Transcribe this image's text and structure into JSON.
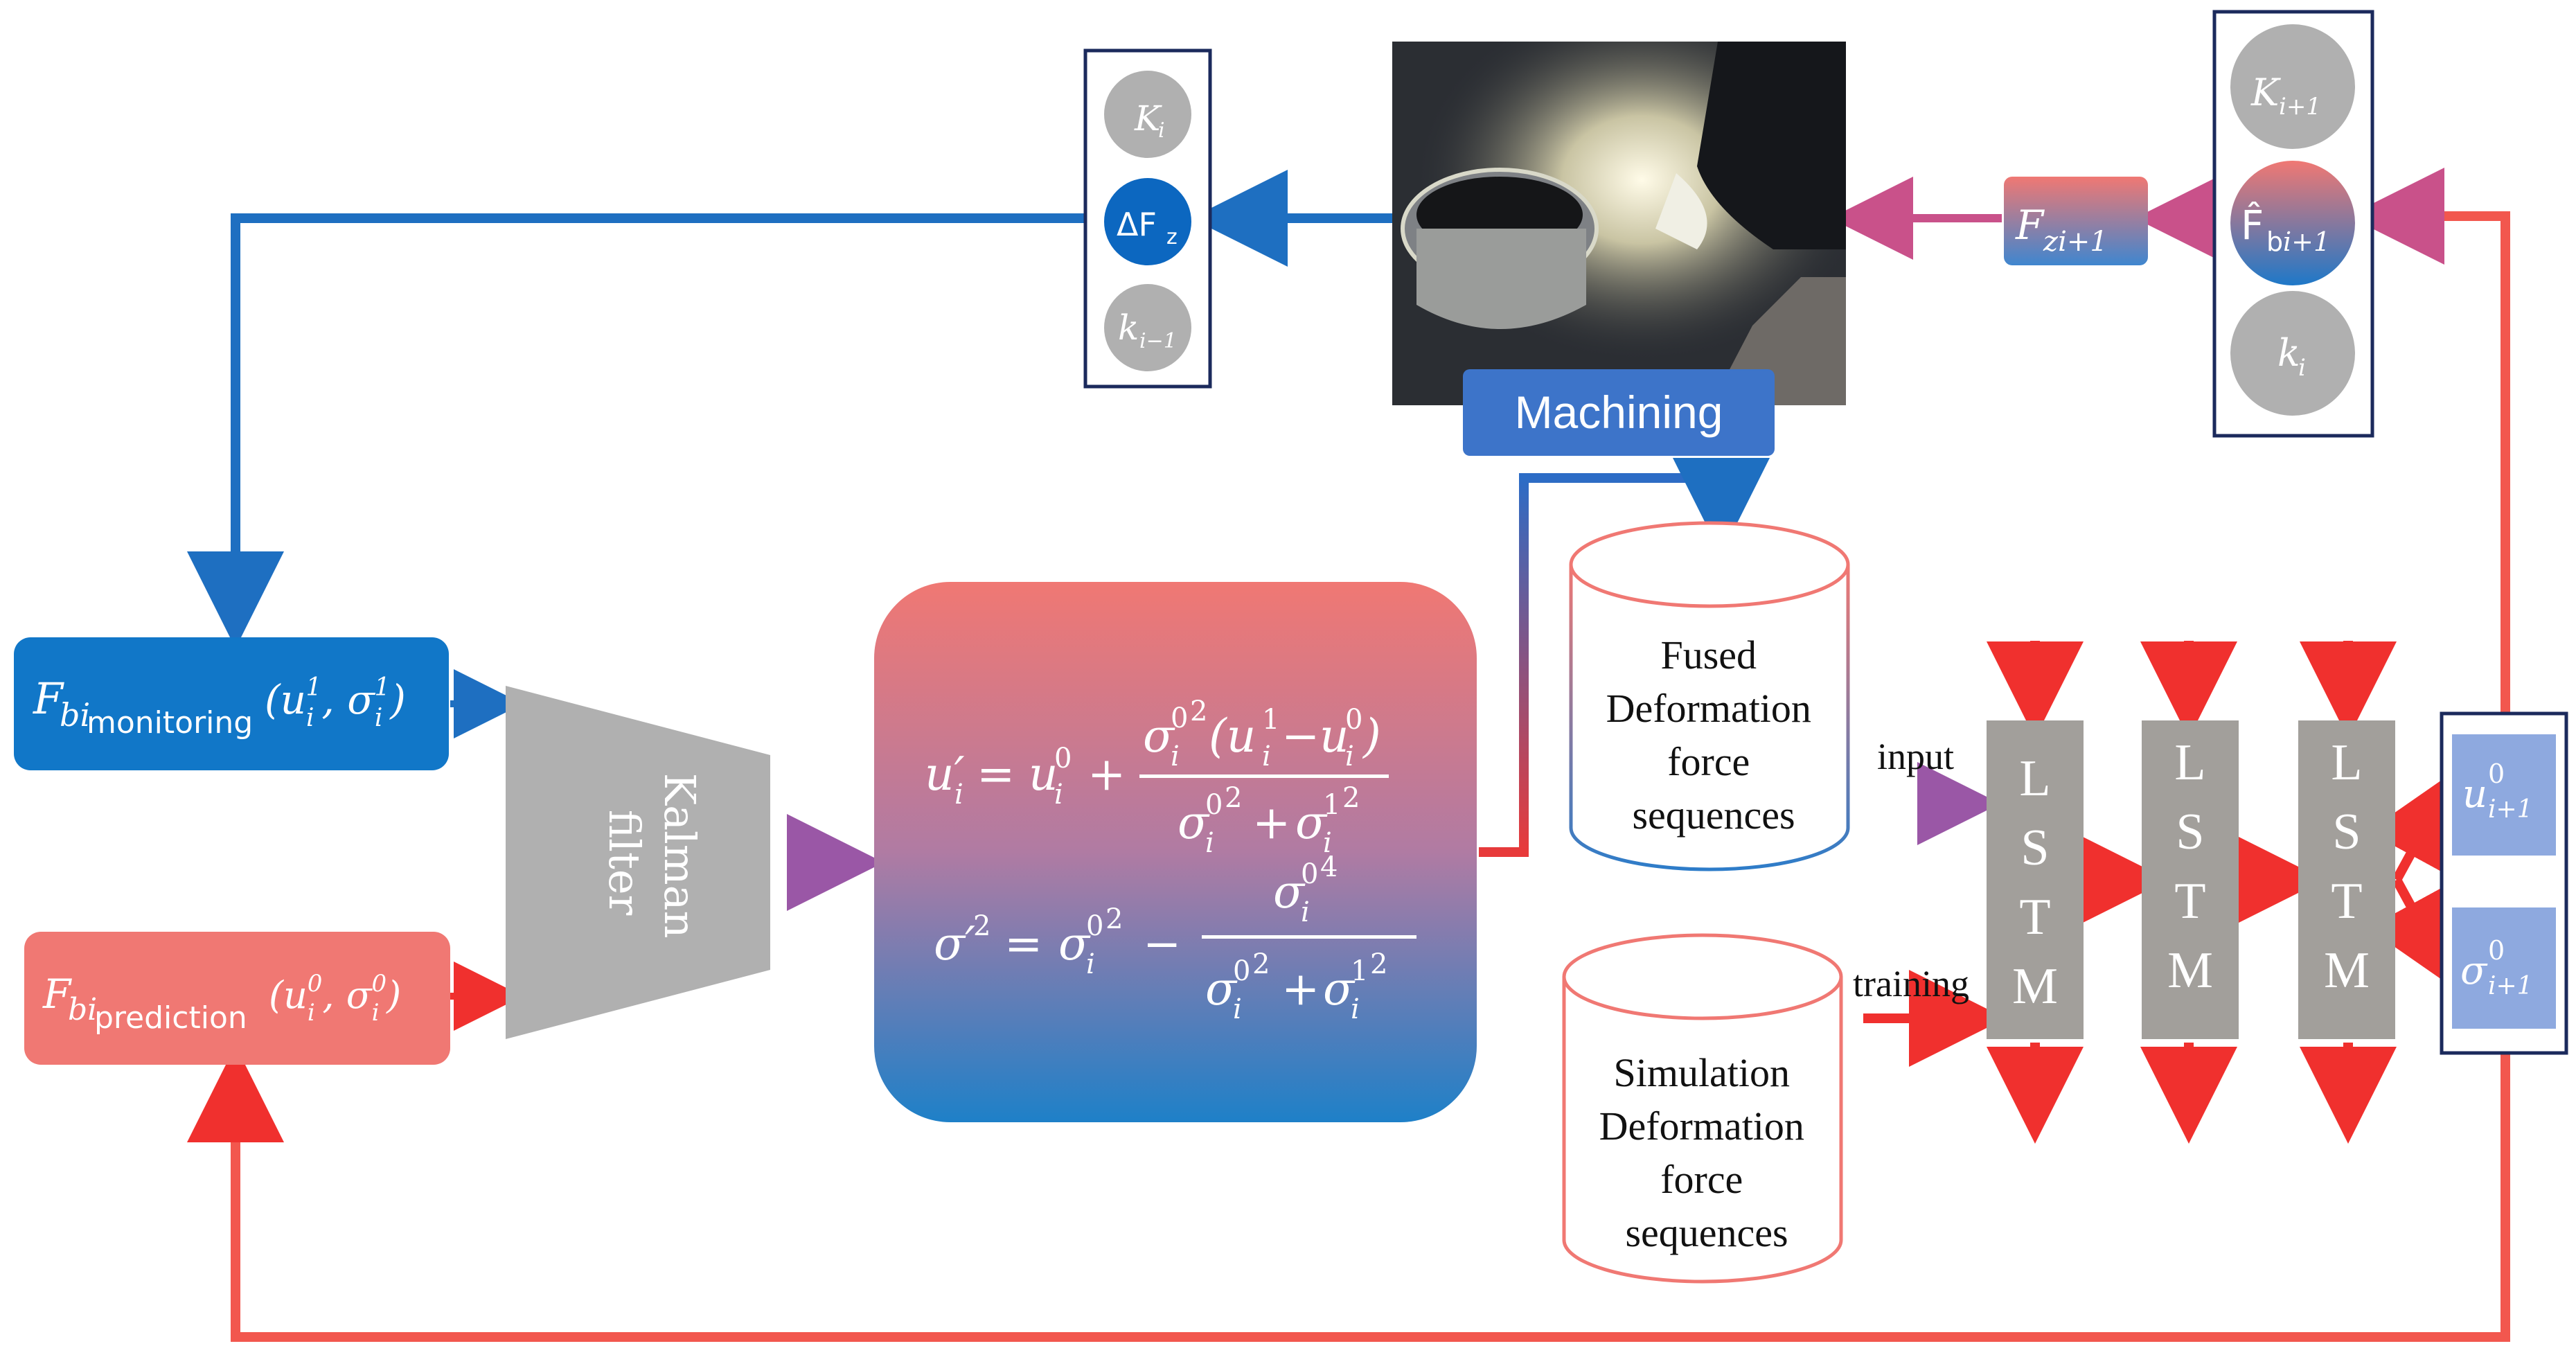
{
  "colors": {
    "blue": "#1e6fc1",
    "blue_box": "#1177c8",
    "red": "#f2574e",
    "salmon": "#f07873",
    "gray": "#b0b0b0",
    "lstm_gray": "#a29f9b",
    "purple": "#b0527e",
    "machining_blue": "#3d74c9",
    "lightblue_box": "#8ea9df",
    "navy_border": "#1b2a5c"
  },
  "labels": {
    "monitoring_F": "F",
    "monitoring_sub": "bi",
    "monitoring_subsub": "monitoring",
    "monitoring_args": "(u",
    "prediction_F": "F",
    "prediction_sub": "bi",
    "prediction_subsub": "prediction",
    "kalman_1": "Kalman",
    "kalman_2": "filter",
    "machining": "Machining",
    "fused_1": "Fused",
    "fused_2": "Deformation",
    "fused_3": "force",
    "fused_4": "sequences",
    "sim_1": "Simulation",
    "sim_2": "Deformation",
    "sim_3": "force",
    "sim_4": "sequences",
    "input": "input",
    "training": "training",
    "lstm_letters": [
      "L",
      "S",
      "T",
      "M"
    ],
    "circle_K_i": "K",
    "circle_dFz": "ΔF",
    "circle_k_im1": "k",
    "circle_K_ip1": "K",
    "circle_Fhat": "F̂",
    "circle_k_i": "k",
    "F_zi1": "F",
    "out_u": "u",
    "out_sigma": "σ"
  }
}
